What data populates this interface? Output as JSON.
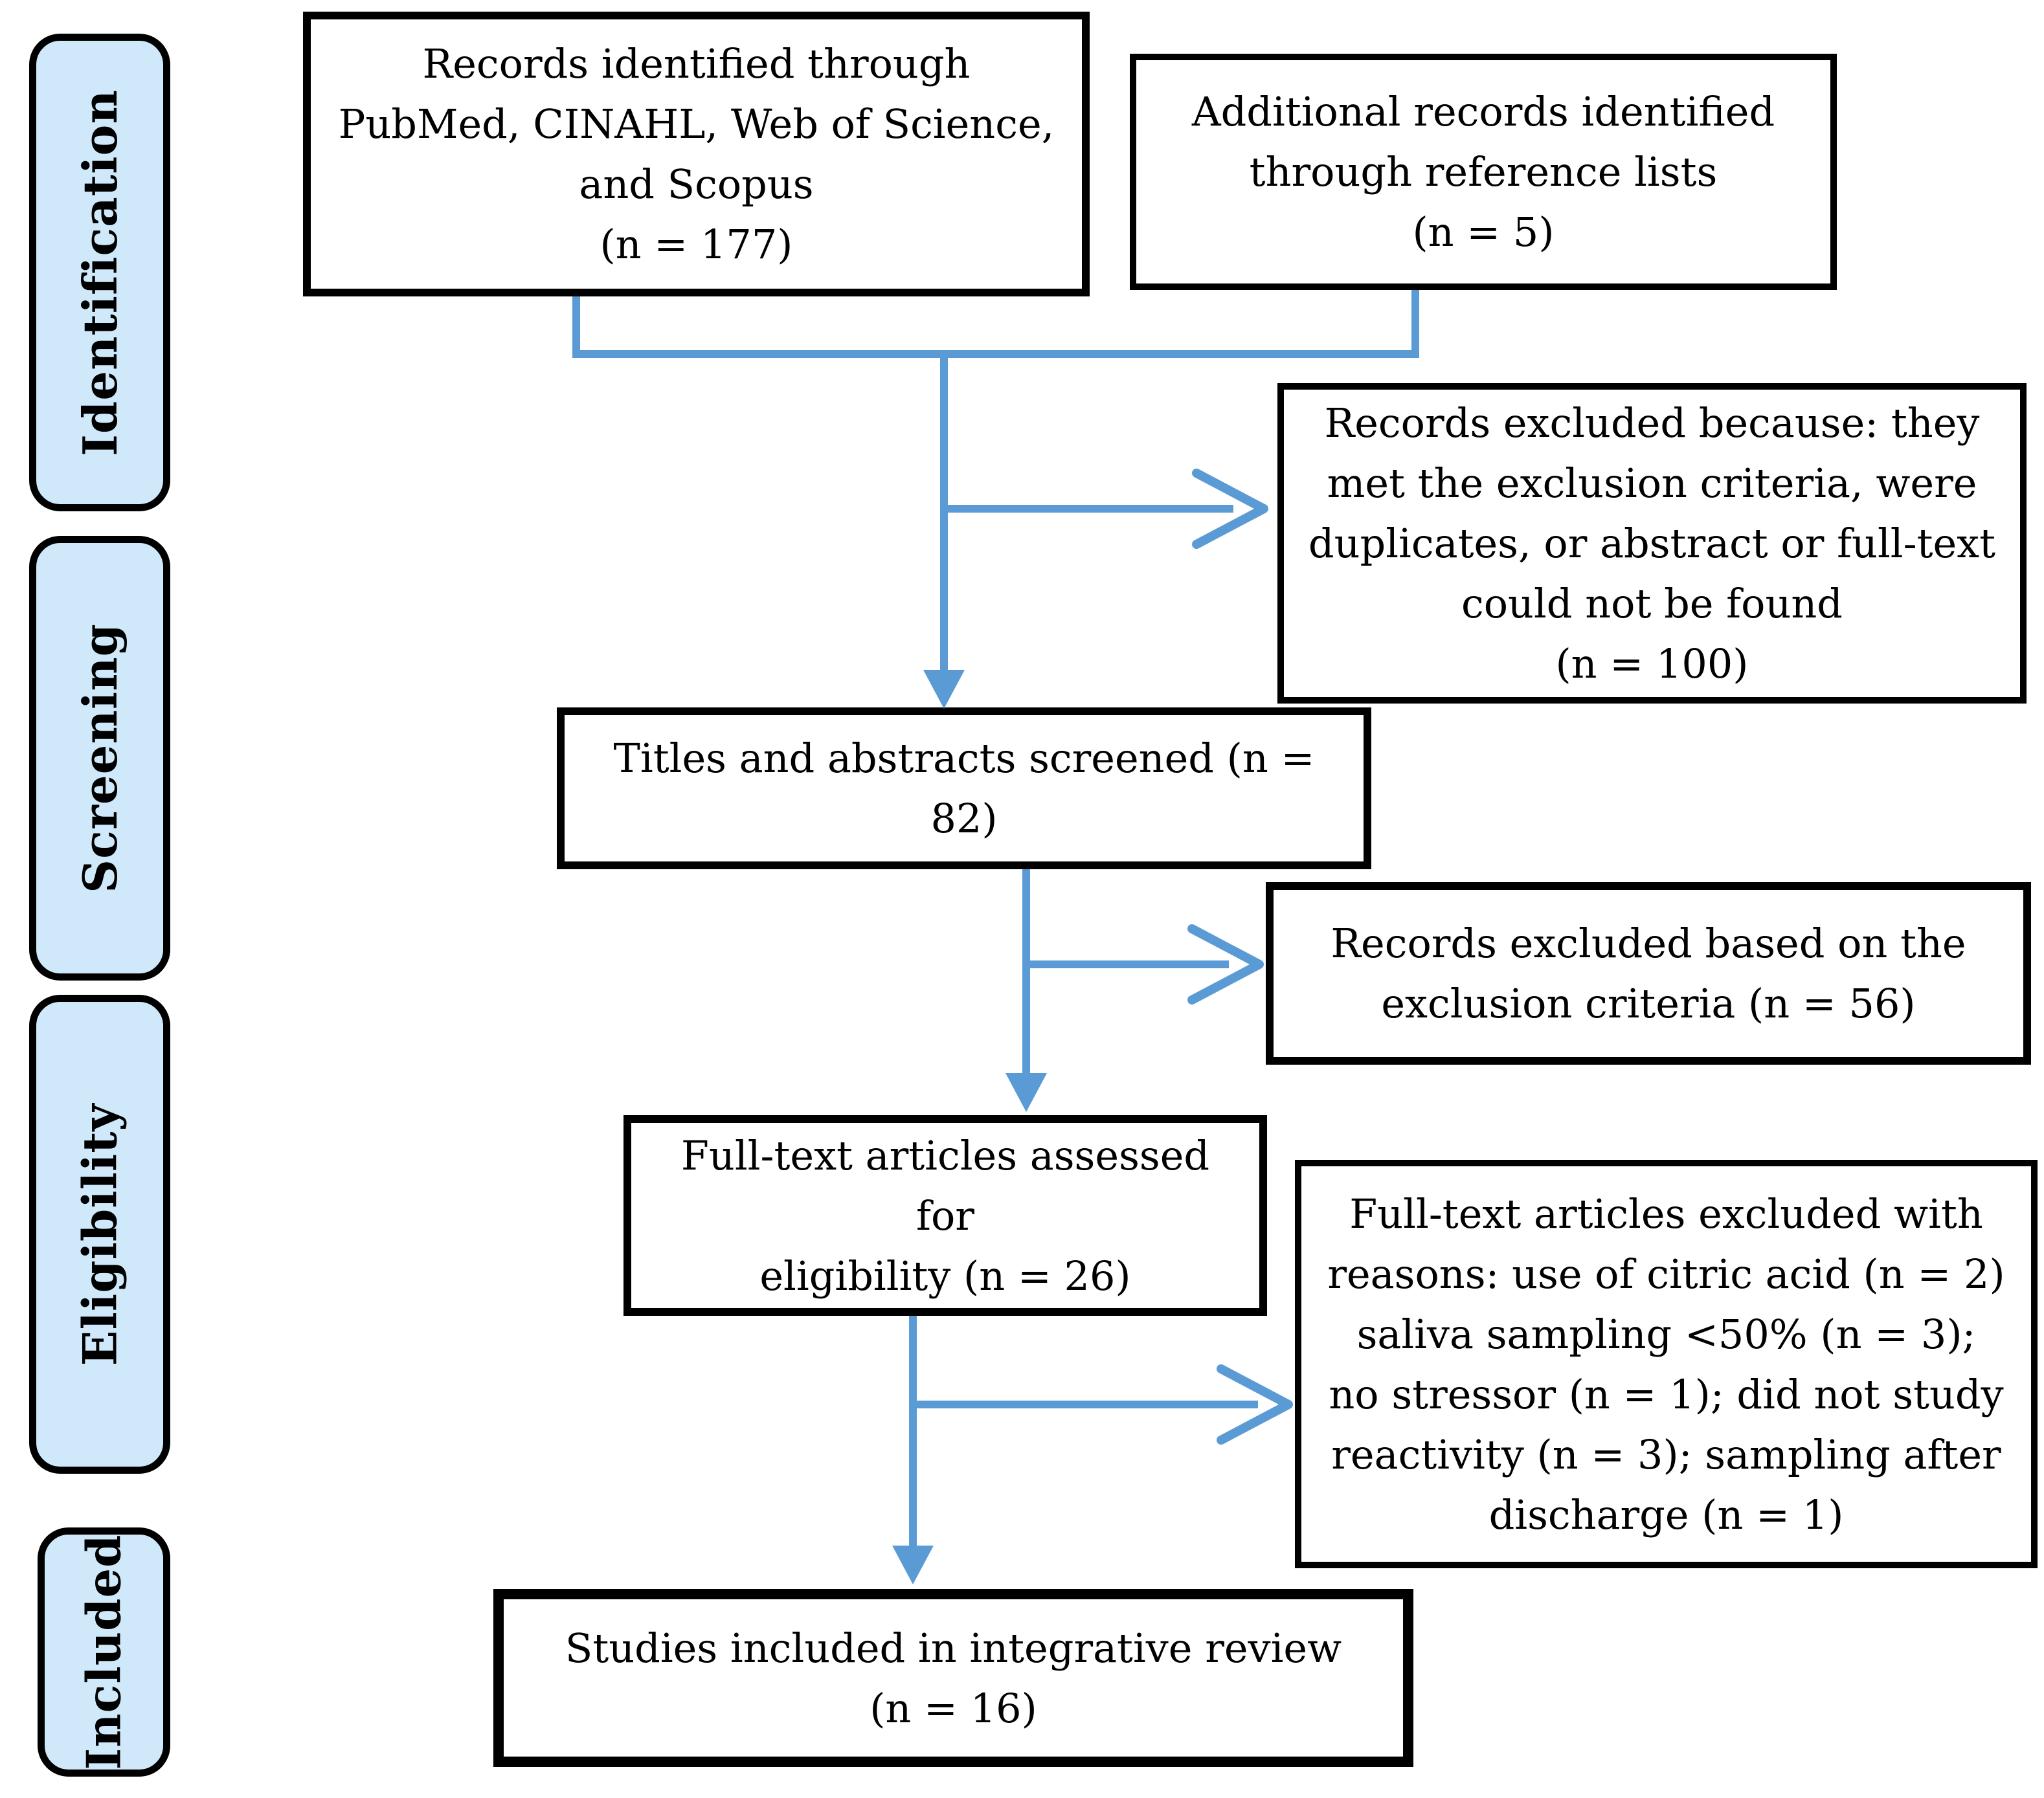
{
  "figure": {
    "type": "prisma-flow-diagram",
    "colors": {
      "accent_blue": "#5B9BD5",
      "sidebar_fill": "#CFE9FA",
      "border": "#000000",
      "background": "#FFFFFF",
      "text": "#000000"
    }
  },
  "sidebar": {
    "items": [
      {
        "id": "identification",
        "label": "Identification"
      },
      {
        "id": "screening",
        "label": "Screening"
      },
      {
        "id": "eligibility",
        "label": "Eligibility"
      },
      {
        "id": "included",
        "label": "Included"
      }
    ]
  },
  "flow": {
    "identified": {
      "text": "Records identified through\nPubMed, CINAHL, Web of Science,\nand Scopus\n(n = 177)"
    },
    "additional": {
      "text": "Additional records identified\nthrough reference lists\n(n = 5)"
    },
    "excluded_initial": {
      "text": "Records excluded because: they\nmet the exclusion criteria, were\nduplicates, or abstract or full-text\ncould not be found\n(n = 100)"
    },
    "screened": {
      "text": "Titles and abstracts screened (n = 82)"
    },
    "excluded_screening": {
      "text": "Records excluded based on the\nexclusion criteria (n = 56)"
    },
    "fulltext": {
      "text": "Full-text articles assessed for\neligibility (n = 26)"
    },
    "excluded_fulltext": {
      "text": "Full-text articles excluded with\nreasons: use of citric acid (n = 2)\nsaliva sampling <50% (n = 3);\nno stressor (n = 1); did not study\nreactivity (n = 3); sampling after\ndischarge (n = 1)"
    },
    "included": {
      "text": "Studies included in integrative review\n(n = 16)"
    }
  },
  "counts": {
    "identified": 177,
    "additional_records": 5,
    "excluded_initial": 100,
    "screened": 82,
    "excluded_screening": 56,
    "fulltext_assessed": 26,
    "fulltext_excluded_citric_acid": 2,
    "fulltext_excluded_saliva_sampling": 3,
    "fulltext_excluded_no_stressor": 1,
    "fulltext_excluded_no_reactivity": 3,
    "fulltext_excluded_after_discharge": 1,
    "included_studies": 16
  }
}
